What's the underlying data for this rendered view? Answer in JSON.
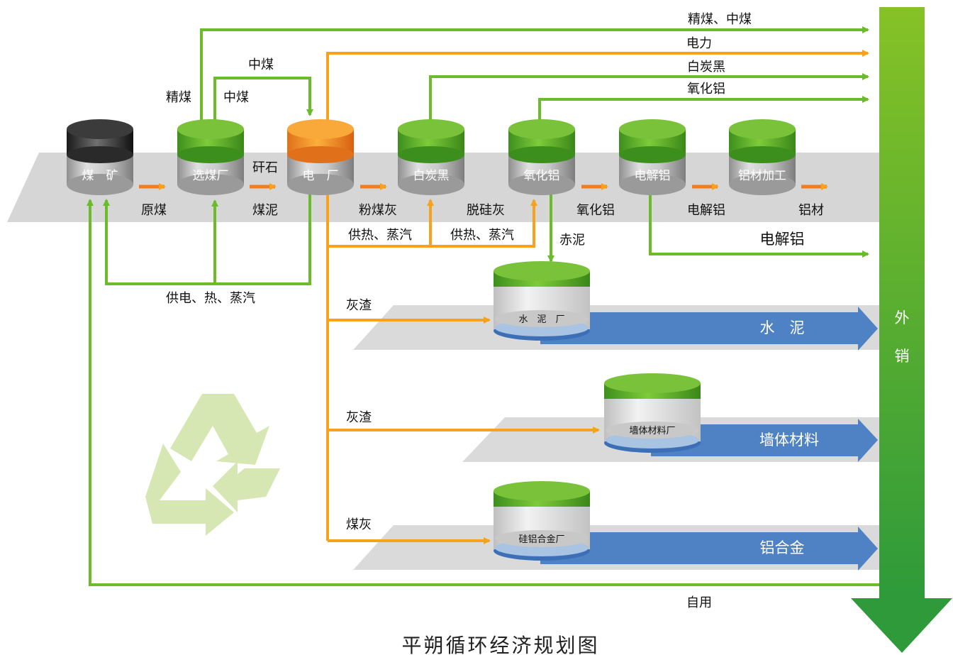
{
  "title": "平朔循环经济规划图",
  "colors": {
    "green": "#6cbb2a",
    "orange": "#f7a21c",
    "blue": "#4f82c4",
    "gray_band": "#d6d6d6"
  },
  "facilities": {
    "mine": "煤　矿",
    "washing": "选煤厂",
    "power": "电　厂",
    "white_carbon": "白炭黑",
    "alumina": "氧化铝",
    "electrolysis": "电解铝",
    "processing": "铝材加工",
    "cement_plant": "水　泥　厂",
    "wall_plant": "墙体材料厂",
    "alloy_plant": "硅铝合金厂"
  },
  "flows": {
    "raw_coal": "原煤",
    "gangue": "矸石",
    "slime": "煤泥",
    "fly_ash_powder": "粉煤灰",
    "desilicated_ash": "脱硅灰",
    "alumina_flow": "氧化铝",
    "electrolytic_al": "电解铝",
    "al_material": "铝材",
    "fine_coal": "精煤",
    "middling_1": "中煤",
    "middling_2": "中煤",
    "heat_steam_1": "供热、蒸汽",
    "heat_steam_2": "供热、蒸汽",
    "red_mud": "赤泥",
    "supply": "供电、热、蒸汽",
    "ash_slag_1": "灰渣",
    "ash_slag_2": "灰渣",
    "coal_ash": "煤灰",
    "self_use": "自用"
  },
  "external": {
    "fine_middling": "精煤、中煤",
    "electricity": "电力",
    "white_carbon": "白炭黑",
    "alumina": "氧化铝",
    "electrolytic_al": "电解铝",
    "sales_1": "外",
    "sales_2": "销"
  },
  "products": {
    "cement": "水　泥",
    "wall": "墙体材料",
    "alloy": "铝合金"
  }
}
